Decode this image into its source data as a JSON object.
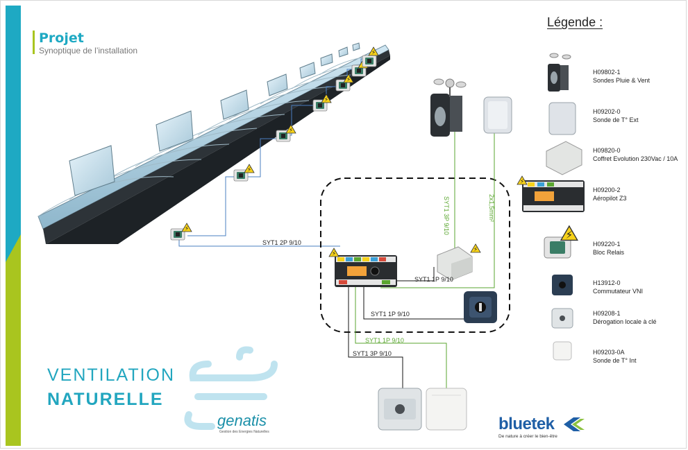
{
  "header": {
    "title": "Projet",
    "subtitle": "Synoptique de l’installation"
  },
  "legend": {
    "title": "Légende :",
    "items": [
      {
        "code": "H09802-1",
        "label": "Sondes Pluie & Vent",
        "icon": "rain-wind-sensor-icon"
      },
      {
        "code": "H09202-0",
        "label": "Sonde de T° Ext",
        "icon": "outdoor-temp-sensor-icon"
      },
      {
        "code": "H09820-0",
        "label": "Coffret Evolution 230Vac / 10A",
        "icon": "power-cabinet-icon"
      },
      {
        "code": "H09200-2",
        "label": "Aéropilot Z3",
        "icon": "aeropilot-controller-icon"
      },
      {
        "code": "H09220-1",
        "label": "Bloc Relais",
        "icon": "relay-block-icon"
      },
      {
        "code": "H13912-0",
        "label": "Commutateur VNI",
        "icon": "vni-switch-icon"
      },
      {
        "code": "H09208-1",
        "label": "Dérogation locale à clé",
        "icon": "key-override-icon"
      },
      {
        "code": "H09203-0A",
        "label": "Sonde de T° Int",
        "icon": "indoor-temp-sensor-icon"
      }
    ]
  },
  "wires": {
    "relays": "SYT1 2P 9/10",
    "sensors_vertical": "SYT1 3P 9/10",
    "temp_vertical": "2x1,5mm²",
    "cabinet": "SYT1 1P 9/10",
    "switch": "SYT1 1P 9/10",
    "indoor_temp": "SYT1 1P 9/10",
    "key_override": "SYT1 3P 9/10"
  },
  "branding": {
    "line1": "VENTILATION",
    "line2": "NATURELLE",
    "genatis_name": "genatis",
    "genatis_tagline": "Gestion des Energies Naturelles",
    "bluetek_part1": "blue",
    "bluetek_part2": "tek",
    "bluetek_tagline": "De nature à créer le bien-être"
  },
  "colors": {
    "accent_cyan": "#1ea9c3",
    "accent_green": "#a9c51f",
    "wire_blue": "#4a7fc1",
    "wire_green": "#5aa62f",
    "warning_yellow": "#f7d21a"
  }
}
